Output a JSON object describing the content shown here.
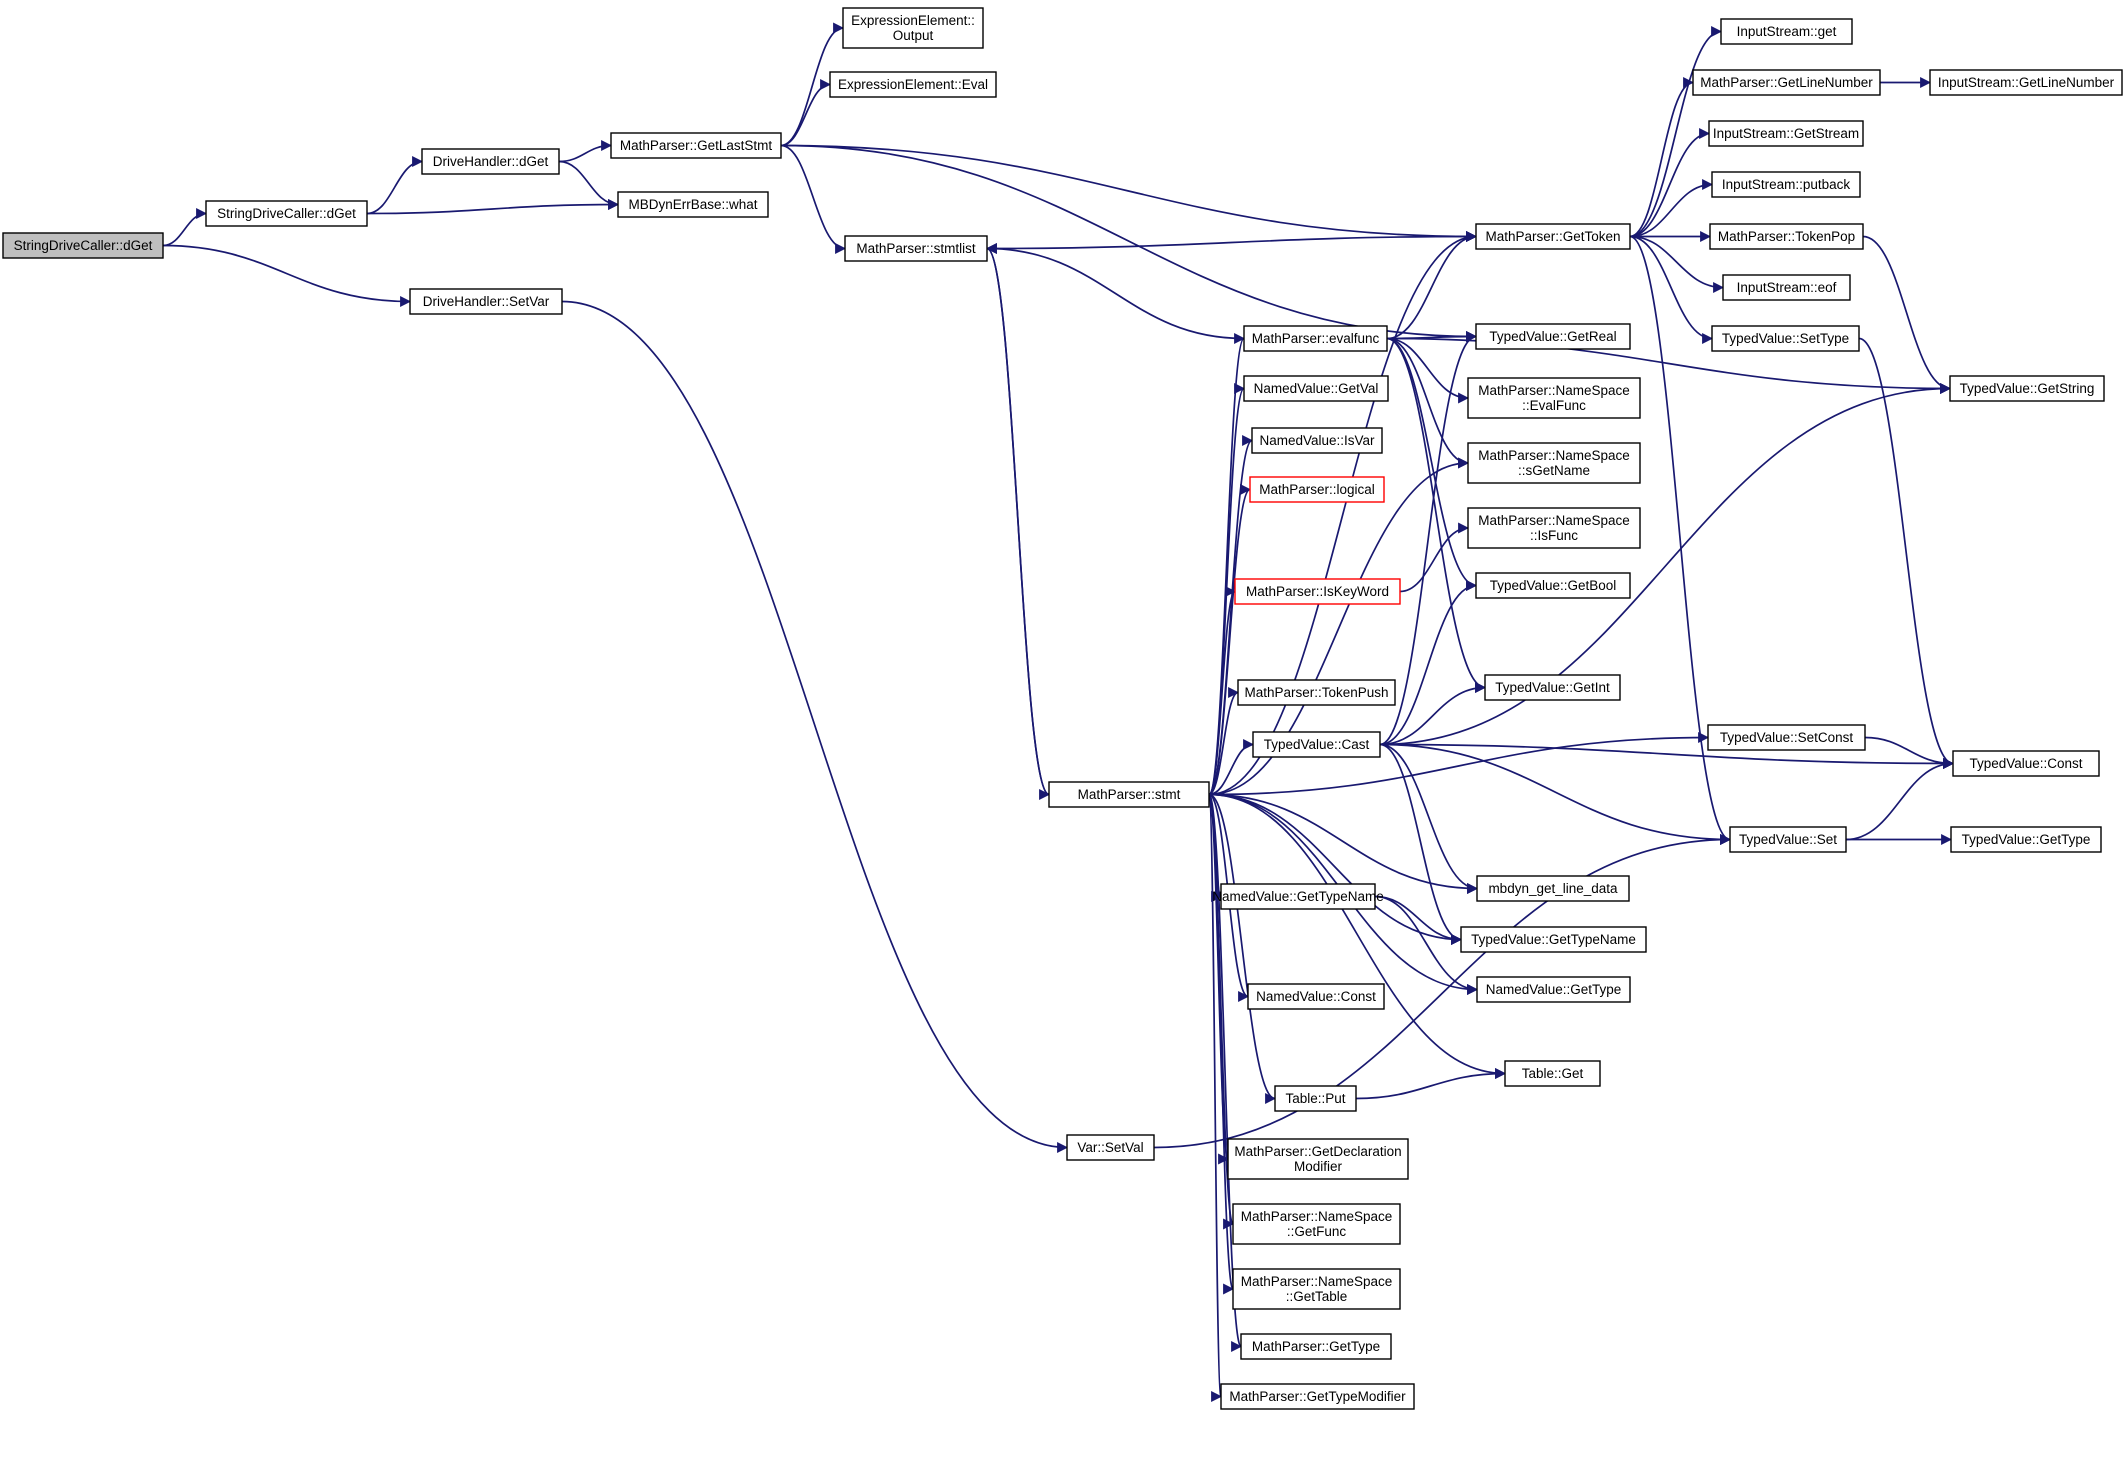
{
  "colors": {
    "edge": "#191970",
    "root_fill": "#bfbfbf",
    "node_border": "#000000",
    "truncated_border": "#ff0000"
  },
  "nodes": [
    {
      "id": "root",
      "lines": [
        "StringDriveCaller::dGet"
      ],
      "root": true
    },
    {
      "id": "sdc_dget",
      "lines": [
        "StringDriveCaller::dGet"
      ]
    },
    {
      "id": "dh_dget",
      "lines": [
        "DriveHandler::dGet"
      ]
    },
    {
      "id": "dh_setvar",
      "lines": [
        "DriveHandler::SetVar"
      ]
    },
    {
      "id": "mbdyn_what",
      "lines": [
        "MBDynErrBase::what"
      ]
    },
    {
      "id": "mp_getlaststmt",
      "lines": [
        "MathParser::GetLastStmt"
      ]
    },
    {
      "id": "ee_output",
      "lines": [
        "ExpressionElement::",
        "Output"
      ]
    },
    {
      "id": "ee_eval",
      "lines": [
        "ExpressionElement::Eval"
      ]
    },
    {
      "id": "mp_stmtlist",
      "lines": [
        "MathParser::stmtlist"
      ]
    },
    {
      "id": "mp_stmt",
      "lines": [
        "MathParser::stmt"
      ]
    },
    {
      "id": "var_setval",
      "lines": [
        "Var::SetVal"
      ]
    },
    {
      "id": "mp_evalfunc",
      "lines": [
        "MathParser::evalfunc"
      ]
    },
    {
      "id": "nv_getval",
      "lines": [
        "NamedValue::GetVal"
      ]
    },
    {
      "id": "nv_isvar",
      "lines": [
        "NamedValue::IsVar"
      ]
    },
    {
      "id": "mp_logical",
      "lines": [
        "MathParser::logical"
      ],
      "truncated": true
    },
    {
      "id": "mp_iskeyword",
      "lines": [
        "MathParser::IsKeyWord"
      ],
      "truncated": true
    },
    {
      "id": "mp_tokenpush",
      "lines": [
        "MathParser::TokenPush"
      ]
    },
    {
      "id": "tv_cast",
      "lines": [
        "TypedValue::Cast"
      ]
    },
    {
      "id": "nv_gettypename",
      "lines": [
        "NamedValue::GetTypeName"
      ]
    },
    {
      "id": "nv_const",
      "lines": [
        "NamedValue::Const"
      ]
    },
    {
      "id": "table_put",
      "lines": [
        "Table::Put"
      ]
    },
    {
      "id": "mp_getdeclmod",
      "lines": [
        "MathParser::GetDeclaration",
        "Modifier"
      ]
    },
    {
      "id": "mp_ns_getfunc",
      "lines": [
        "MathParser::NameSpace",
        "::GetFunc"
      ]
    },
    {
      "id": "mp_ns_gettable",
      "lines": [
        "MathParser::NameSpace",
        "::GetTable"
      ]
    },
    {
      "id": "mp_gettype",
      "lines": [
        "MathParser::GetType"
      ]
    },
    {
      "id": "mp_gettypemod",
      "lines": [
        "MathParser::GetTypeModifier"
      ]
    },
    {
      "id": "mp_gettoken",
      "lines": [
        "MathParser::GetToken"
      ]
    },
    {
      "id": "tv_getreal",
      "lines": [
        "TypedValue::GetReal"
      ]
    },
    {
      "id": "mp_ns_evalfunc",
      "lines": [
        "MathParser::NameSpace",
        "::EvalFunc"
      ]
    },
    {
      "id": "mp_ns_sgetname",
      "lines": [
        "MathParser::NameSpace",
        "::sGetName"
      ]
    },
    {
      "id": "mp_ns_isfunc",
      "lines": [
        "MathParser::NameSpace",
        "::IsFunc"
      ]
    },
    {
      "id": "tv_getbool",
      "lines": [
        "TypedValue::GetBool"
      ]
    },
    {
      "id": "tv_getint",
      "lines": [
        "TypedValue::GetInt"
      ]
    },
    {
      "id": "mbdyn_get_line_data",
      "lines": [
        "mbdyn_get_line_data"
      ]
    },
    {
      "id": "tv_gettypename",
      "lines": [
        "TypedValue::GetTypeName"
      ]
    },
    {
      "id": "nv_gettype",
      "lines": [
        "NamedValue::GetType"
      ]
    },
    {
      "id": "table_get",
      "lines": [
        "Table::Get"
      ]
    },
    {
      "id": "is_get",
      "lines": [
        "InputStream::get"
      ]
    },
    {
      "id": "mp_getlinenumber",
      "lines": [
        "MathParser::GetLineNumber"
      ]
    },
    {
      "id": "is_getstream",
      "lines": [
        "InputStream::GetStream"
      ]
    },
    {
      "id": "is_putback",
      "lines": [
        "InputStream::putback"
      ]
    },
    {
      "id": "mp_tokenpop",
      "lines": [
        "MathParser::TokenPop"
      ]
    },
    {
      "id": "is_eof",
      "lines": [
        "InputStream::eof"
      ]
    },
    {
      "id": "tv_settype",
      "lines": [
        "TypedValue::SetType"
      ]
    },
    {
      "id": "tv_setconst",
      "lines": [
        "TypedValue::SetConst"
      ]
    },
    {
      "id": "tv_set",
      "lines": [
        "TypedValue::Set"
      ]
    },
    {
      "id": "is_getlinenumber",
      "lines": [
        "InputStream::GetLineNumber"
      ]
    },
    {
      "id": "tv_getstring",
      "lines": [
        "TypedValue::GetString"
      ]
    },
    {
      "id": "tv_const",
      "lines": [
        "TypedValue::Const"
      ]
    },
    {
      "id": "tv_gettype",
      "lines": [
        "TypedValue::GetType"
      ]
    }
  ],
  "edges": [
    [
      "root",
      "sdc_dget"
    ],
    [
      "root",
      "dh_setvar"
    ],
    [
      "sdc_dget",
      "dh_dget"
    ],
    [
      "sdc_dget",
      "mbdyn_what"
    ],
    [
      "dh_dget",
      "mp_getlaststmt"
    ],
    [
      "dh_dget",
      "mbdyn_what"
    ],
    [
      "dh_setvar",
      "var_setval"
    ],
    [
      "mp_getlaststmt",
      "ee_output"
    ],
    [
      "mp_getlaststmt",
      "ee_eval"
    ],
    [
      "mp_getlaststmt",
      "mp_stmtlist"
    ],
    [
      "mp_getlaststmt",
      "mp_gettoken"
    ],
    [
      "mp_getlaststmt",
      "tv_getreal"
    ],
    [
      "mp_stmtlist",
      "mp_gettoken"
    ],
    [
      "mp_stmtlist",
      "mp_stmt"
    ],
    [
      "var_setval",
      "tv_set"
    ],
    [
      "mp_stmt",
      "mp_stmtlist"
    ],
    [
      "mp_stmt",
      "mp_gettoken"
    ],
    [
      "mp_stmt",
      "mp_evalfunc"
    ],
    [
      "mp_stmt",
      "nv_getval"
    ],
    [
      "mp_stmt",
      "nv_isvar"
    ],
    [
      "mp_stmt",
      "mp_logical"
    ],
    [
      "mp_stmt",
      "mp_iskeyword"
    ],
    [
      "mp_stmt",
      "mp_tokenpush"
    ],
    [
      "mp_stmt",
      "tv_cast"
    ],
    [
      "mp_stmt",
      "nv_gettypename"
    ],
    [
      "mp_stmt",
      "nv_const"
    ],
    [
      "mp_stmt",
      "table_put"
    ],
    [
      "mp_stmt",
      "mp_getdeclmod"
    ],
    [
      "mp_stmt",
      "mp_ns_getfunc"
    ],
    [
      "mp_stmt",
      "mp_ns_gettable"
    ],
    [
      "mp_stmt",
      "mp_gettype"
    ],
    [
      "mp_stmt",
      "mp_gettypemod"
    ],
    [
      "mp_stmt",
      "mp_ns_sgetname"
    ],
    [
      "mp_stmt",
      "tv_setconst"
    ],
    [
      "mp_stmt",
      "mbdyn_get_line_data"
    ],
    [
      "mp_stmt",
      "tv_gettypename"
    ],
    [
      "mp_stmt",
      "nv_gettype"
    ],
    [
      "mp_stmt",
      "table_get"
    ],
    [
      "mp_evalfunc",
      "mp_stmtlist"
    ],
    [
      "mp_evalfunc",
      "mp_gettoken"
    ],
    [
      "mp_evalfunc",
      "tv_getreal"
    ],
    [
      "mp_evalfunc",
      "mp_ns_evalfunc"
    ],
    [
      "mp_evalfunc",
      "mp_ns_sgetname"
    ],
    [
      "mp_evalfunc",
      "tv_getbool"
    ],
    [
      "mp_evalfunc",
      "tv_getint"
    ],
    [
      "mp_evalfunc",
      "tv_getstring"
    ],
    [
      "mp_iskeyword",
      "mp_ns_isfunc"
    ],
    [
      "tv_cast",
      "tv_getreal"
    ],
    [
      "tv_cast",
      "tv_getbool"
    ],
    [
      "tv_cast",
      "tv_getint"
    ],
    [
      "tv_cast",
      "tv_getstring"
    ],
    [
      "tv_cast",
      "tv_const"
    ],
    [
      "tv_cast",
      "tv_set"
    ],
    [
      "tv_cast",
      "mbdyn_get_line_data"
    ],
    [
      "tv_cast",
      "tv_gettypename"
    ],
    [
      "nv_gettypename",
      "tv_gettypename"
    ],
    [
      "nv_gettypename",
      "nv_gettype"
    ],
    [
      "table_put",
      "table_get"
    ],
    [
      "mp_gettoken",
      "is_get"
    ],
    [
      "mp_gettoken",
      "mp_getlinenumber"
    ],
    [
      "mp_gettoken",
      "is_getstream"
    ],
    [
      "mp_gettoken",
      "is_putback"
    ],
    [
      "mp_gettoken",
      "mp_tokenpop"
    ],
    [
      "mp_gettoken",
      "is_eof"
    ],
    [
      "mp_gettoken",
      "tv_settype"
    ],
    [
      "mp_gettoken",
      "tv_set"
    ],
    [
      "mp_getlinenumber",
      "is_getlinenumber"
    ],
    [
      "mp_tokenpop",
      "tv_getstring"
    ],
    [
      "tv_settype",
      "tv_const"
    ],
    [
      "tv_setconst",
      "tv_const"
    ],
    [
      "tv_set",
      "tv_const"
    ],
    [
      "tv_set",
      "tv_gettype"
    ]
  ]
}
